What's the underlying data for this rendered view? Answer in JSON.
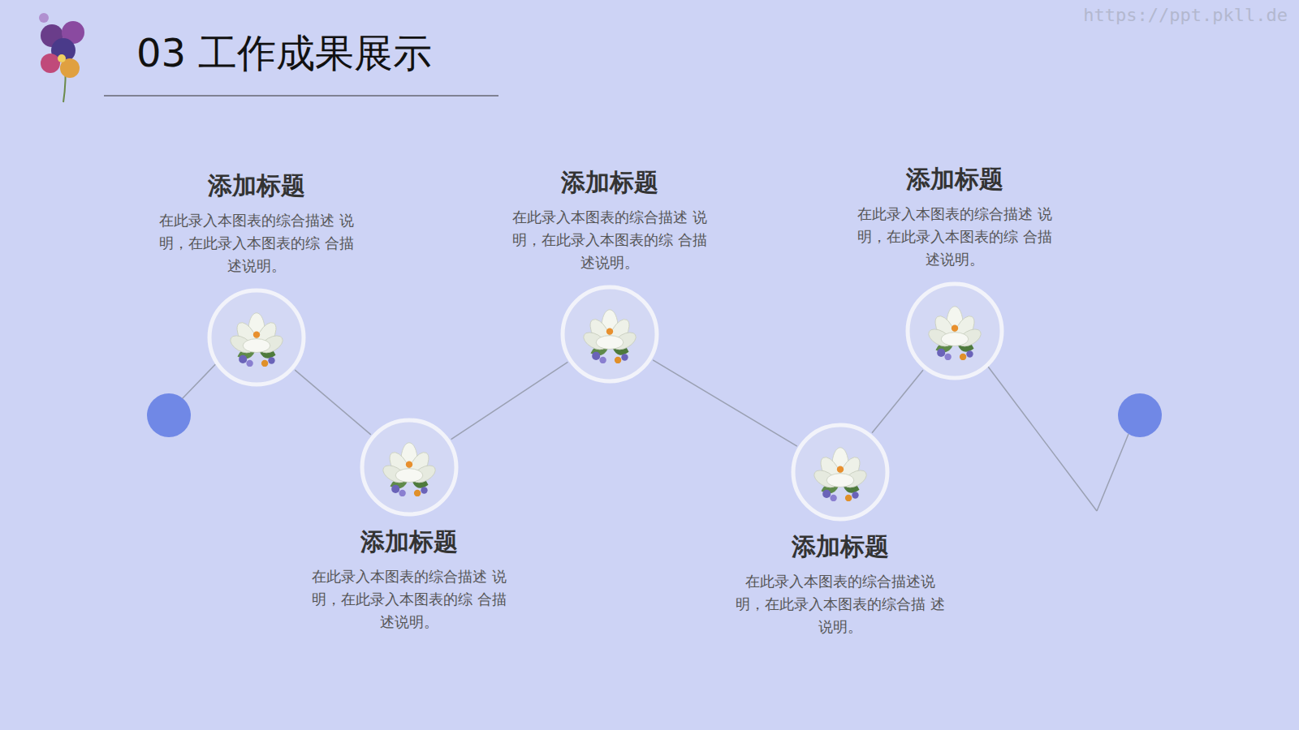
{
  "diagram": {
    "title": "03 工作成果展示",
    "nodes": [
      {
        "text": [
          "添加标题",
          "在此录入本图表的综合描述 说明，在此录入本图表的综 合描述说明。"
        ]
      },
      {
        "text": [
          "添加标题",
          "在此录入本图表的综合描述 说明，在此录入本图表的综 合描述说明。"
        ]
      },
      {
        "text": [
          "添加标题",
          "在此录入本图表的综合描述 说明，在此录入本图表的综 合描述说明。"
        ]
      },
      {
        "text": [
          "添加标题",
          "在此录入本图表的综合描述说 明，在此录入本图表的综合描 述说明。"
        ]
      },
      {
        "text": [
          "添加标题",
          "在此录入本图表的综合描述 说明，在此录入本图表的综 合描述说明。"
        ]
      }
    ],
    "edges": [
      {
        "from": 0,
        "to": 1,
        "arrow": "none"
      },
      {
        "from": 1,
        "to": 2,
        "arrow": "none"
      },
      {
        "from": 2,
        "to": 3,
        "arrow": "none"
      },
      {
        "from": 3,
        "to": 4,
        "arrow": "none"
      }
    ],
    "labels": [
      "https://ppt.pkll.de"
    ]
  }
}
